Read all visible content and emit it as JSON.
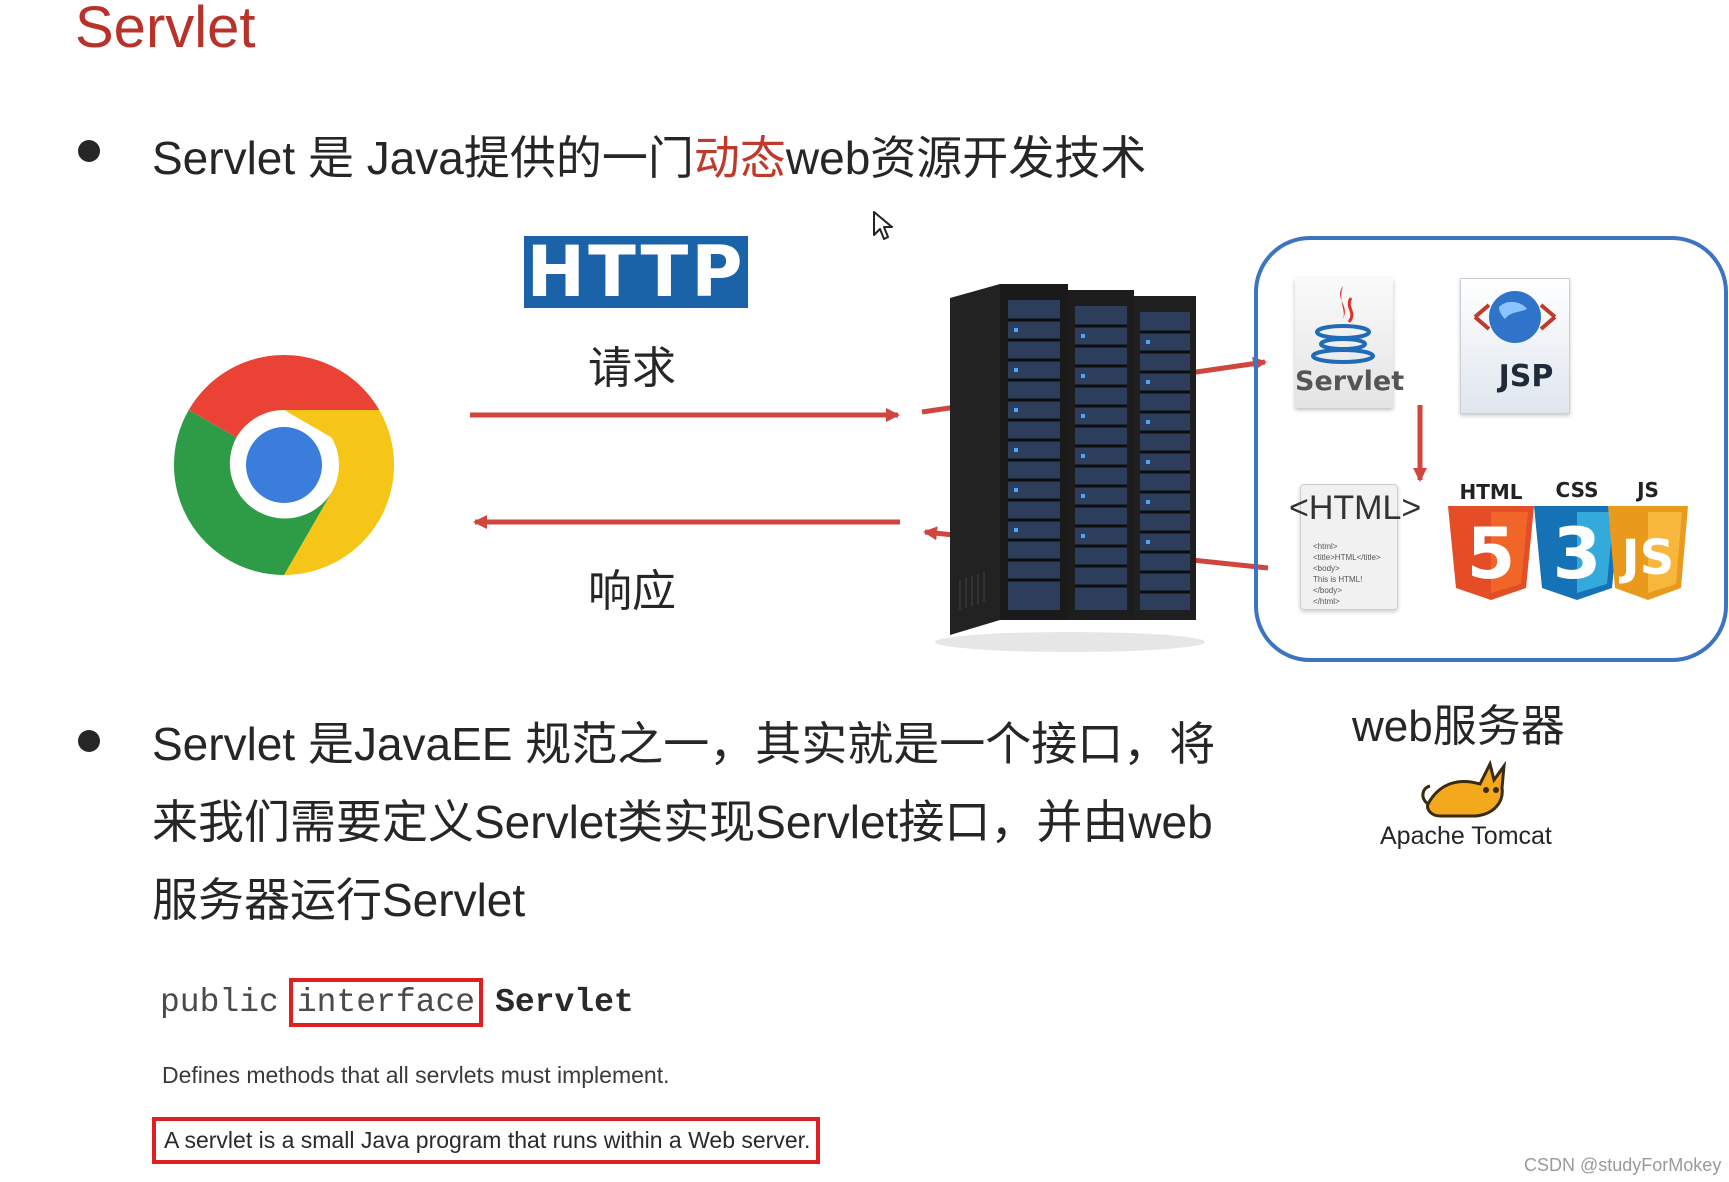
{
  "title": "Servlet",
  "bullet1": {
    "pre": "Servlet 是 Java提供的一门",
    "highlight": "动态",
    "post": "web资源开发技术"
  },
  "diagram": {
    "protocol_badge": "HTTP",
    "request_label": "请求",
    "response_label": "响应",
    "servlet_icon_label": "Servlet",
    "jsp_icon_label": "JSP",
    "html_doc_tag": "<HTML>",
    "html_doc_lines": [
      "<html>",
      "<title>HTML</title>",
      "<body>",
      "This is HTML!",
      "</body>",
      "</html>"
    ],
    "badges": [
      {
        "label": "HTML",
        "glyph": "5",
        "color": "#e44d26",
        "shade": "#f16529"
      },
      {
        "label": "CSS",
        "glyph": "3",
        "color": "#1572b6",
        "shade": "#33a9dc"
      },
      {
        "label": "JS",
        "glyph": "JS",
        "color": "#e99a1d",
        "shade": "#f6b73c"
      }
    ],
    "server_label": "web服务器",
    "tomcat_label": "Apache Tomcat"
  },
  "bullet2": "Servlet 是JavaEE 规范之一，其实就是一个接口，将来我们需要定义Servlet类实现Servlet接口，并由web服务器运行Servlet",
  "code": {
    "kw1": "public",
    "kw2": "interface",
    "name": "Servlet"
  },
  "desc1": "Defines methods that all servlets must implement.",
  "desc2": "A servlet is a small Java program that runs within a Web server.",
  "watermark": "CSDN @studyForMokey",
  "colors": {
    "title": "#b8322a",
    "highlight": "#c0392b",
    "arrow": "#d0453e",
    "box_border": "#3d74c2",
    "http_badge": "#1a63a8",
    "callout": "#e02020"
  }
}
